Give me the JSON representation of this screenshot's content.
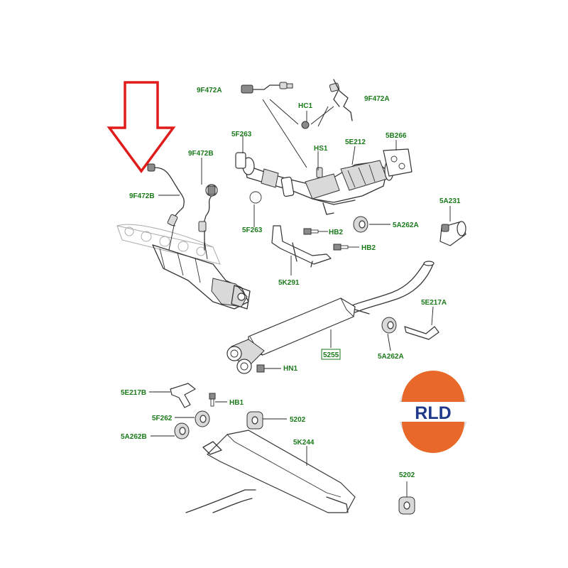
{
  "labels": {
    "o2_front_top_left": "9F472A",
    "o2_front_top_right": "9F472A",
    "clip_hc1": "HC1",
    "stud_hs1": "HS1",
    "gasket_upper": "5F263",
    "catalyst_5e212": "5E212",
    "heatshield_5b266": "5B266",
    "o2_sensor_b_top": "9F472B",
    "o2_sensor_b_left": "9F472B",
    "gasket_lower": "5F263",
    "bolt_hb2_a": "HB2",
    "bolt_hb2_b": "HB2",
    "mount_5a262a_upper": "5A262A",
    "bracket_5k291": "5K291",
    "tailpipe_5a231": "5A231",
    "bracket_5e217a": "5E217A",
    "mount_5a262a_lower": "5A262A",
    "intermediate_pipe": "5255",
    "nut_hn1": "HN1",
    "bracket_5e217b": "5E217B",
    "bolt_hb1": "HB1",
    "insulator_5f262": "5F262",
    "mount_5202_upper": "5202",
    "mount_5a262b": "5A262B",
    "rear_muffler": "5K244",
    "mount_5202_lower": "5202"
  },
  "logo": {
    "text": "RLD",
    "ring_color": "#e8682a",
    "text_color": "#1f3a8a"
  },
  "arrow": {
    "color": "#e01b1b"
  }
}
